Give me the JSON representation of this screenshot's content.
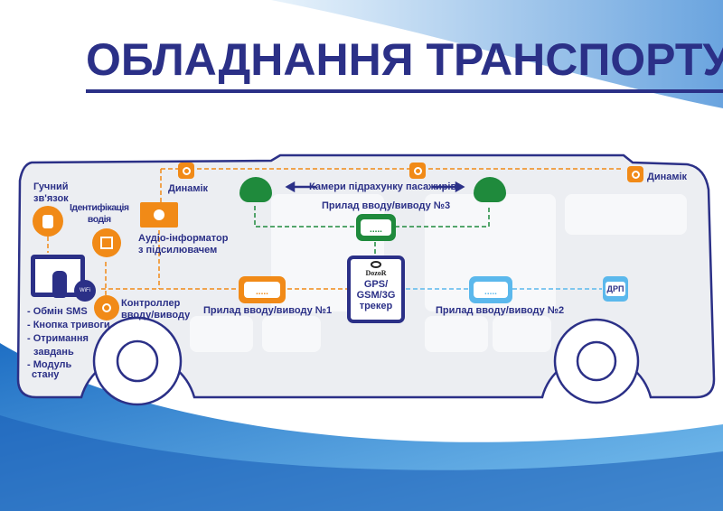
{
  "title": "ОБЛАДНАННЯ ТРАНСПОРТУ",
  "labels": {
    "speaker_left": "Динамік",
    "speaker_right": "Динамік",
    "cameras": "Камери підрахунку пасажирів",
    "io3": "Прилад вводу/виводу №3",
    "io1": "Прилад вводу/виводу №1",
    "io2": "Прилад вводу/виводу №2",
    "loud_line1": "Гучний",
    "loud_line2": "зв'язок",
    "id_line1": "Ідентифікація",
    "id_line2": "водія",
    "audio_line1": "Аудіо-інформатор",
    "audio_line2": "з підсилювачем",
    "ctrl_line1": "Контроллер",
    "ctrl_line2": "вводу/виводу",
    "drp": "ДРП",
    "dots": ".....",
    "wifi": "WiFi"
  },
  "tracker": {
    "brand": "DozoR",
    "line1": "GPS/",
    "line2": "GSM/3G",
    "line3": "трекер"
  },
  "features": [
    "- Обмін SMS",
    "- Кнопка тривоги",
    "- Отримання",
    "завдань",
    "- Модуль",
    "стану"
  ],
  "colors": {
    "navy": "#2b3087",
    "orange": "#f18a17",
    "green": "#1f8a3c",
    "lightblue": "#5bb8ec"
  }
}
